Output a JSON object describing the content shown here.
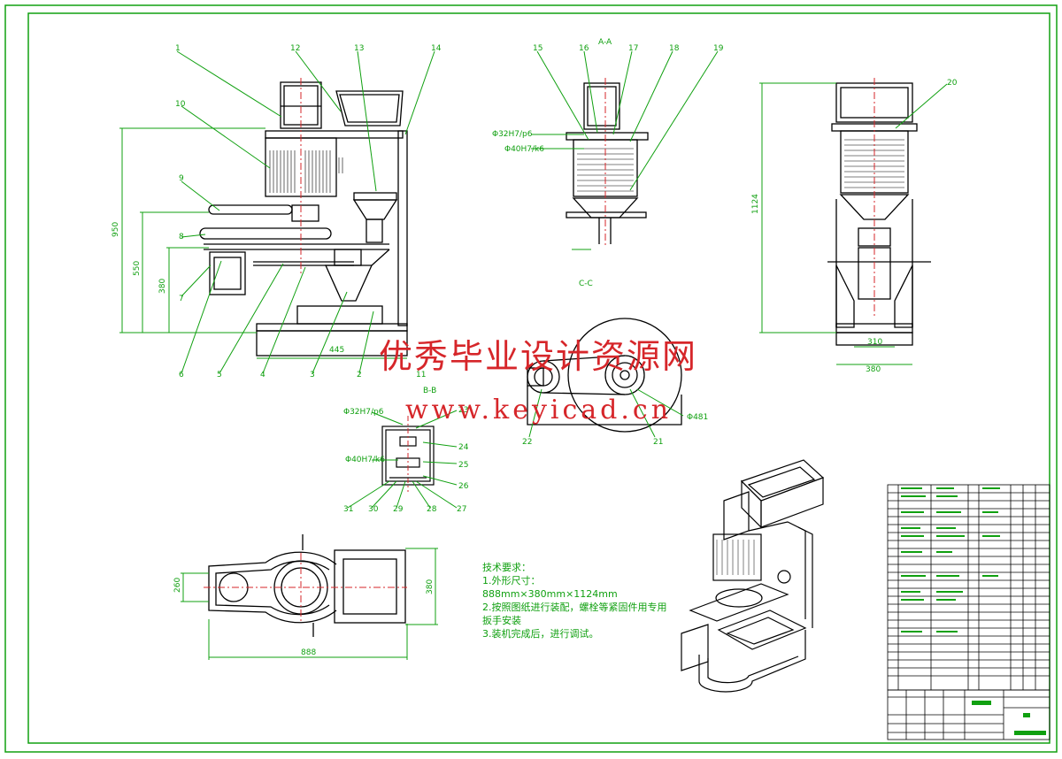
{
  "watermark": {
    "title": "优秀毕业设计资源网",
    "url": "www.keyicad.cn"
  },
  "colors": {
    "outline": "#000000",
    "annotation": "#10a010",
    "centerline": "#d6262a",
    "watermark": "#d6262a"
  },
  "section_labels": [
    "A-A",
    "B-B",
    "C-C"
  ],
  "balloons": [
    "1",
    "2",
    "3",
    "4",
    "5",
    "6",
    "7",
    "8",
    "9",
    "10",
    "11",
    "12",
    "13",
    "14",
    "15",
    "16",
    "17",
    "18",
    "19",
    "20",
    "21",
    "22",
    "23",
    "24",
    "25",
    "26",
    "27",
    "28",
    "29",
    "30",
    "31"
  ],
  "technical_requirements": {
    "heading": "技术要求：",
    "items": [
      "1.外形尺寸：888mm×380mm×1124mm",
      "2.按照图纸进行装配，螺栓等紧固件用专用扳手安装",
      "3.装机完成后，进行调试。"
    ]
  },
  "dimensions": {
    "front_height": "950",
    "front_mid": "550",
    "front_low": "380",
    "front_base": "445",
    "side_height": "1124",
    "side_width_inner": "310",
    "side_width_outer": "380",
    "plan_width": "888",
    "plan_depth": "380",
    "plan_small": "260",
    "pulley_dia": "Φ481"
  },
  "fit_notes": [
    "Φ32H7/p6",
    "Φ40H7/k6",
    "Φ32H7/p6",
    "Φ40H7/k6"
  ]
}
